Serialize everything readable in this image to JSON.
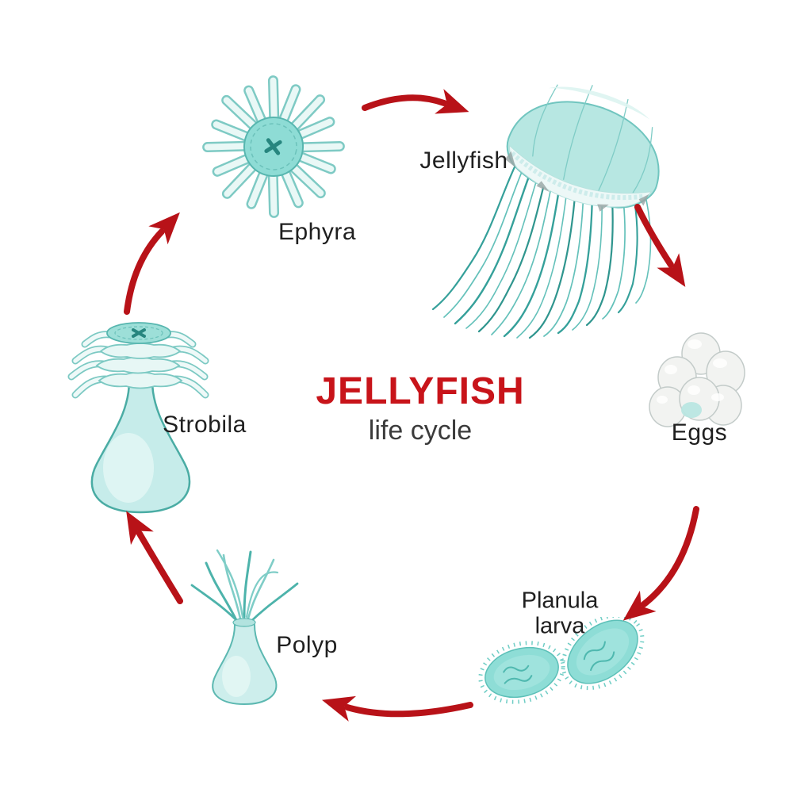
{
  "title": {
    "main": "JELLYFISH",
    "subtitle": "life cycle"
  },
  "stages": {
    "ephyra": {
      "label": "Ephyra"
    },
    "jellyfish": {
      "label": "Jellyfish"
    },
    "eggs": {
      "label": "Eggs"
    },
    "planula": {
      "label_line1": "Planula",
      "label_line2": "larva"
    },
    "polyp": {
      "label": "Polyp"
    },
    "strobila": {
      "label": "Strobila"
    }
  },
  "arrows": [
    {
      "from": "ephyra",
      "to": "jellyfish"
    },
    {
      "from": "jellyfish",
      "to": "eggs"
    },
    {
      "from": "eggs",
      "to": "planula"
    },
    {
      "from": "planula",
      "to": "polyp"
    },
    {
      "from": "polyp",
      "to": "strobila"
    },
    {
      "from": "strobila",
      "to": "ephyra"
    }
  ],
  "colors": {
    "arrow_red": "#b81218",
    "title_red": "#c8141a",
    "label_black": "#1f1f1f",
    "subtitle_gray": "#3b3b3b",
    "teal_outline": "#4fb2aa",
    "teal_mid": "#8edcd5",
    "teal_light": "#c7eeea",
    "teal_pale": "#e9f8f6",
    "teal_dark": "#35a09a",
    "egg_white": "#f2f3f1"
  }
}
